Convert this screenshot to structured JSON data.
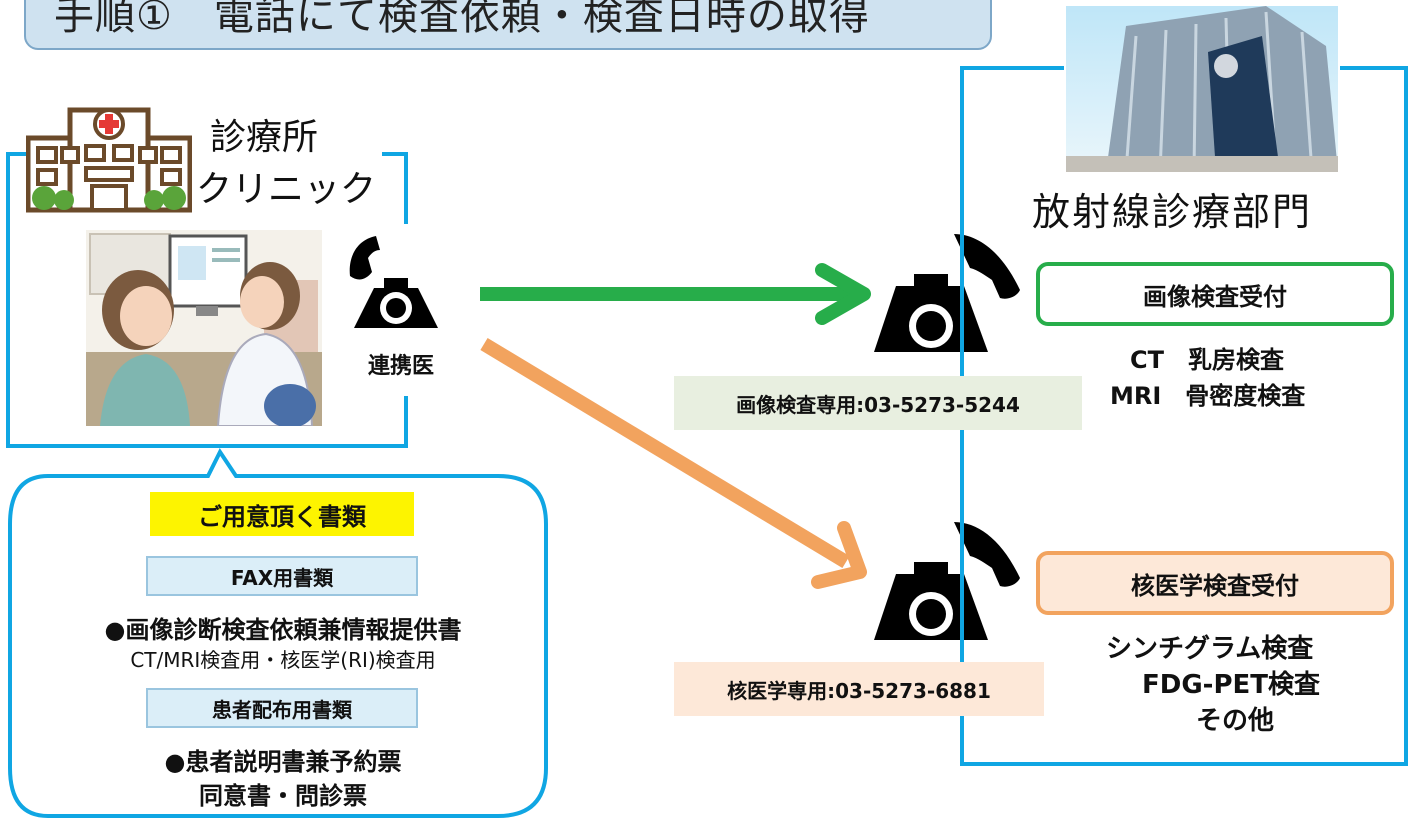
{
  "title": "手順①　電話にて検査依頼・検査日時の取得",
  "clinic": {
    "name": "診療所",
    "subtitle": "クリニック",
    "doctor_label": "連携医"
  },
  "hospital": {
    "department": "放射線診療部門",
    "imaging": {
      "reception": "画像検査受付",
      "exam_line_1": "CT　乳房検査",
      "exam_line_2": "MRI　骨密度検査",
      "phone": "画像検査専用:03-5273-5244"
    },
    "nuclear": {
      "reception": "核医学検査受付",
      "exam_line_1": "シンチグラム検査",
      "exam_line_2": "FDG-PET検査",
      "exam_line_3": "その他",
      "phone": "核医学専用:03-5273-6881"
    }
  },
  "documents": {
    "heading": "ご用意頂く書類",
    "fax_category": "FAX用書類",
    "fax_item": "●画像診断検査依頼兼情報提供書",
    "fax_note": "CT/MRI検査用・核医学(RI)検査用",
    "patient_category": "患者配布用書類",
    "patient_item_1": "●患者説明書兼予約票",
    "patient_item_2": "同意書・問診票"
  },
  "colors": {
    "frame_blue": "#10a6e3",
    "imaging_green": "#27ad4a",
    "nuclear_orange": "#f2a35e",
    "highlight_yellow": "#fdf400"
  },
  "icons": [
    "phone-icon",
    "hospital-building-icon",
    "clinic-building-icon",
    "doctor-consultation-illustration"
  ]
}
